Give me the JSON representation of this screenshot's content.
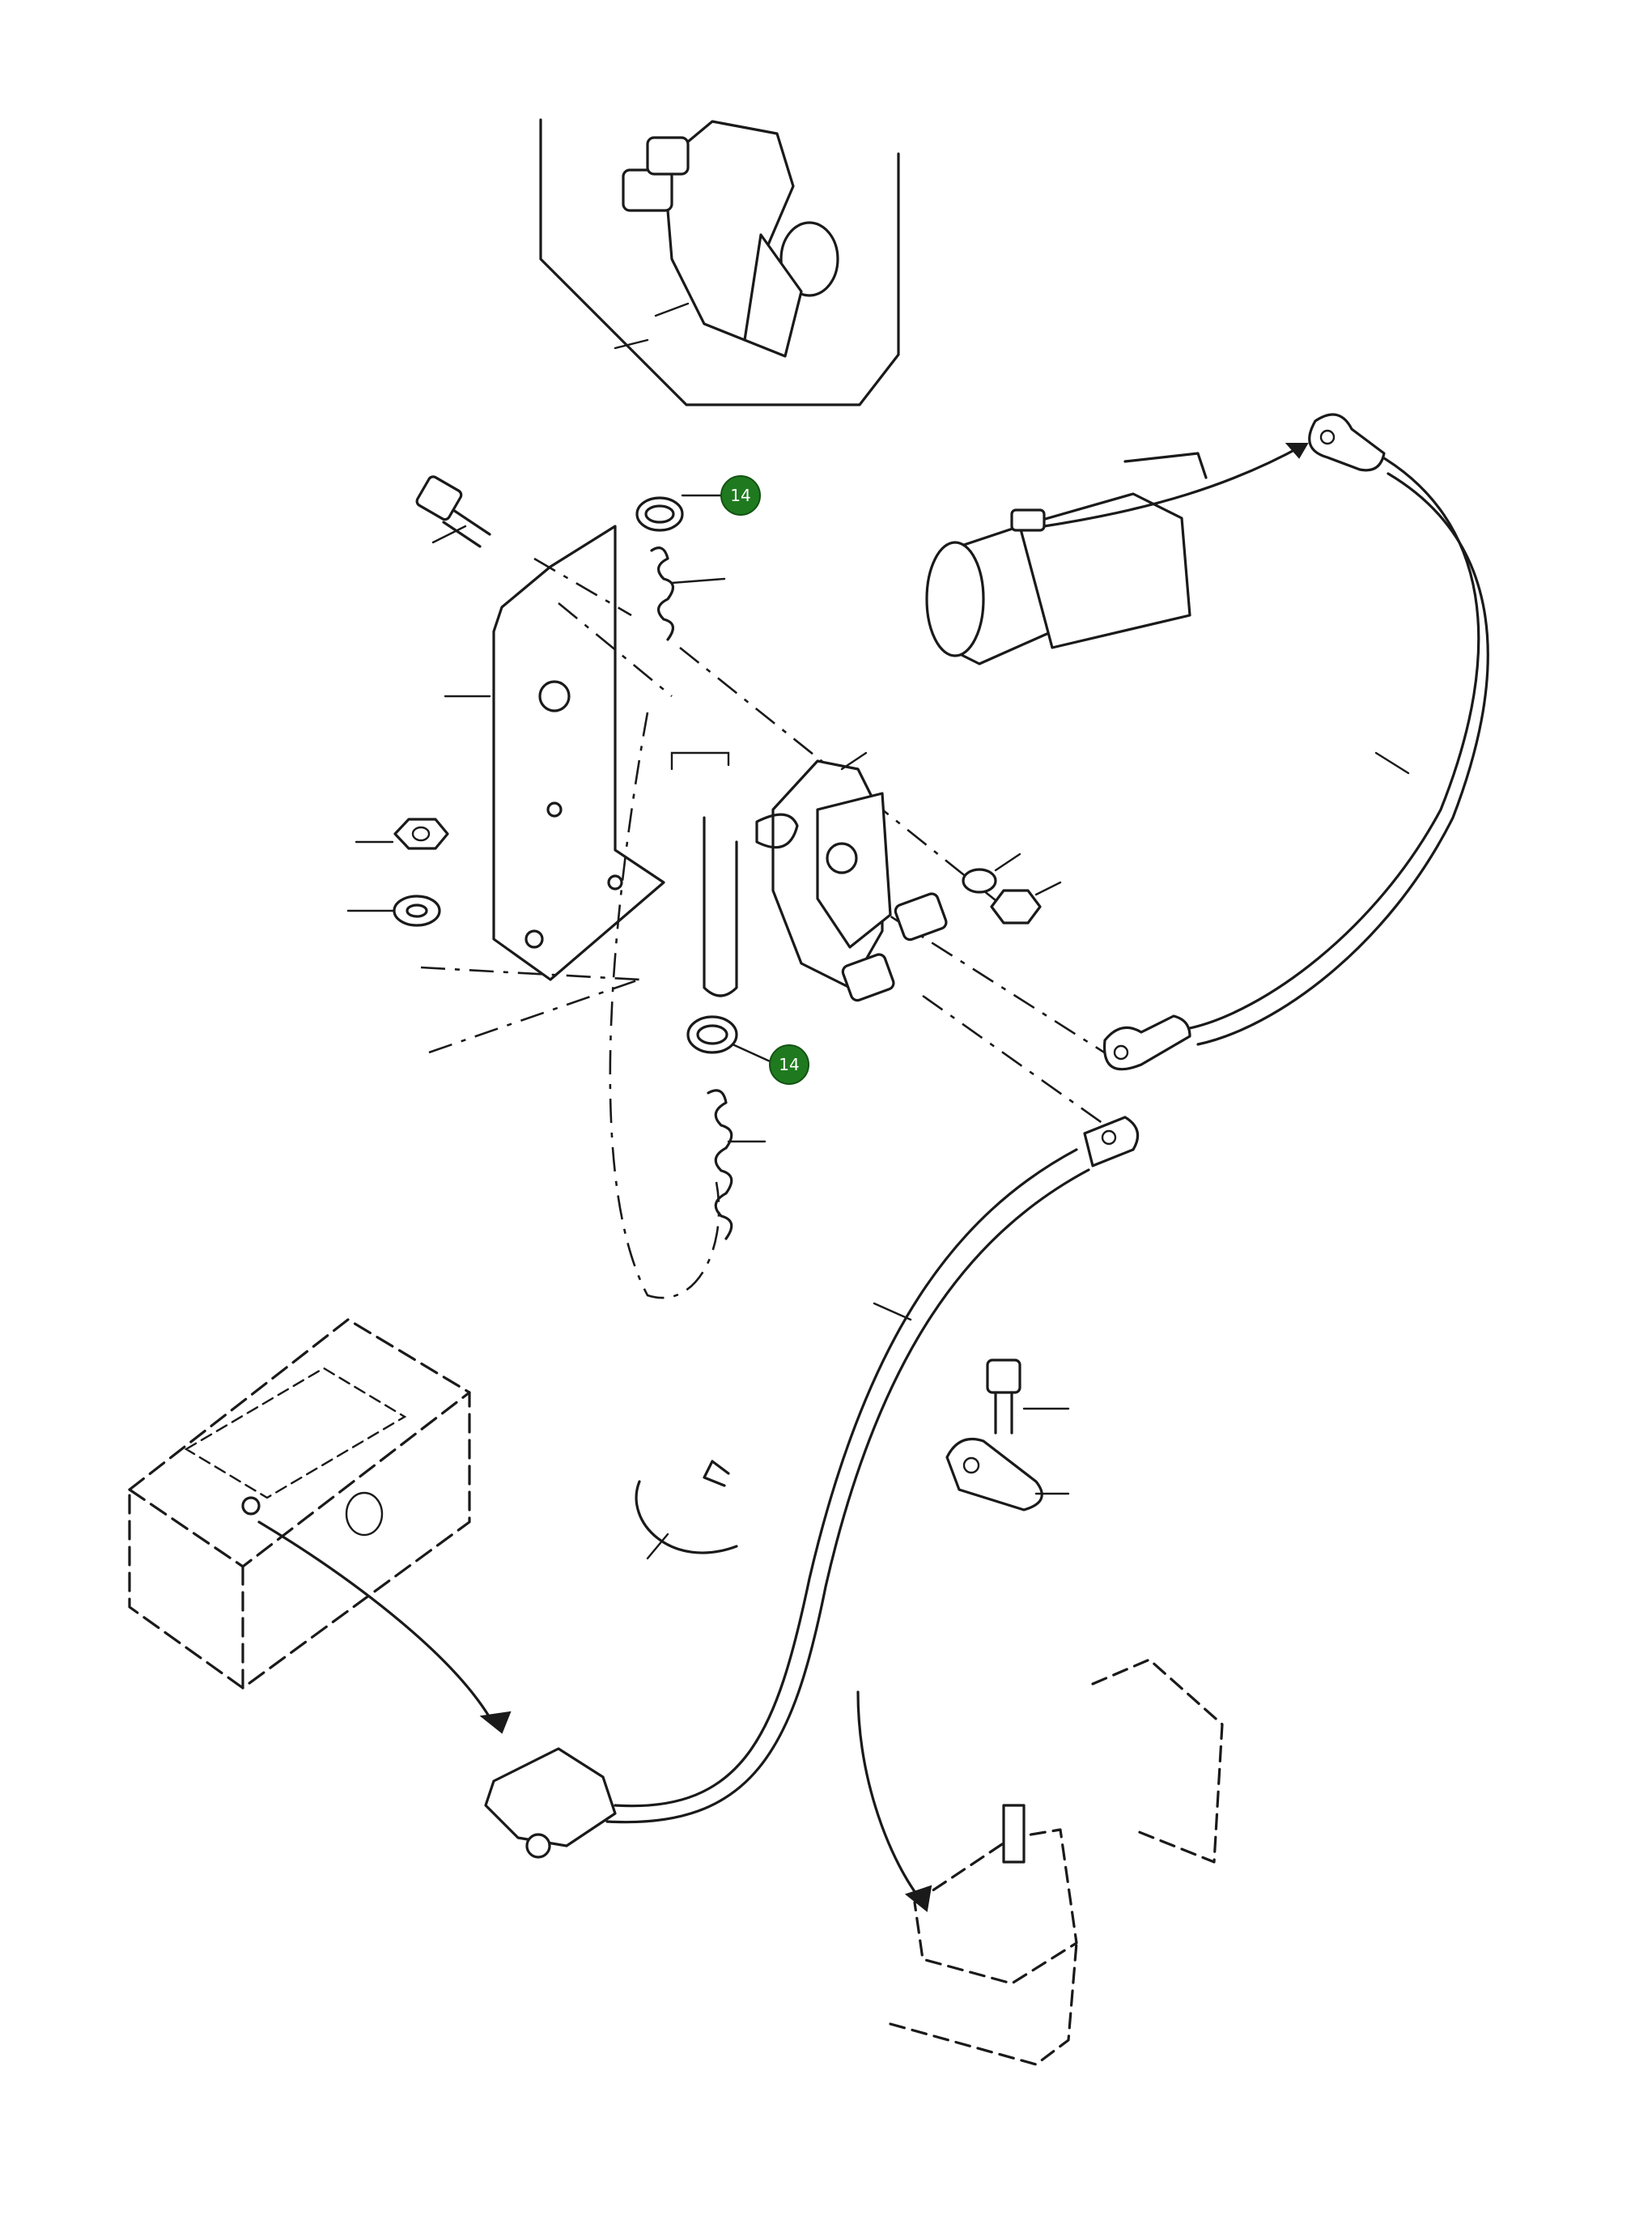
{
  "callouts": [
    {
      "id": "callout-top",
      "label": "14"
    },
    {
      "id": "callout-bottom",
      "label": "14"
    }
  ],
  "colors": {
    "callout_fill": "#1f7a1f",
    "line": "#1a1a1a",
    "background": "#ffffff"
  }
}
